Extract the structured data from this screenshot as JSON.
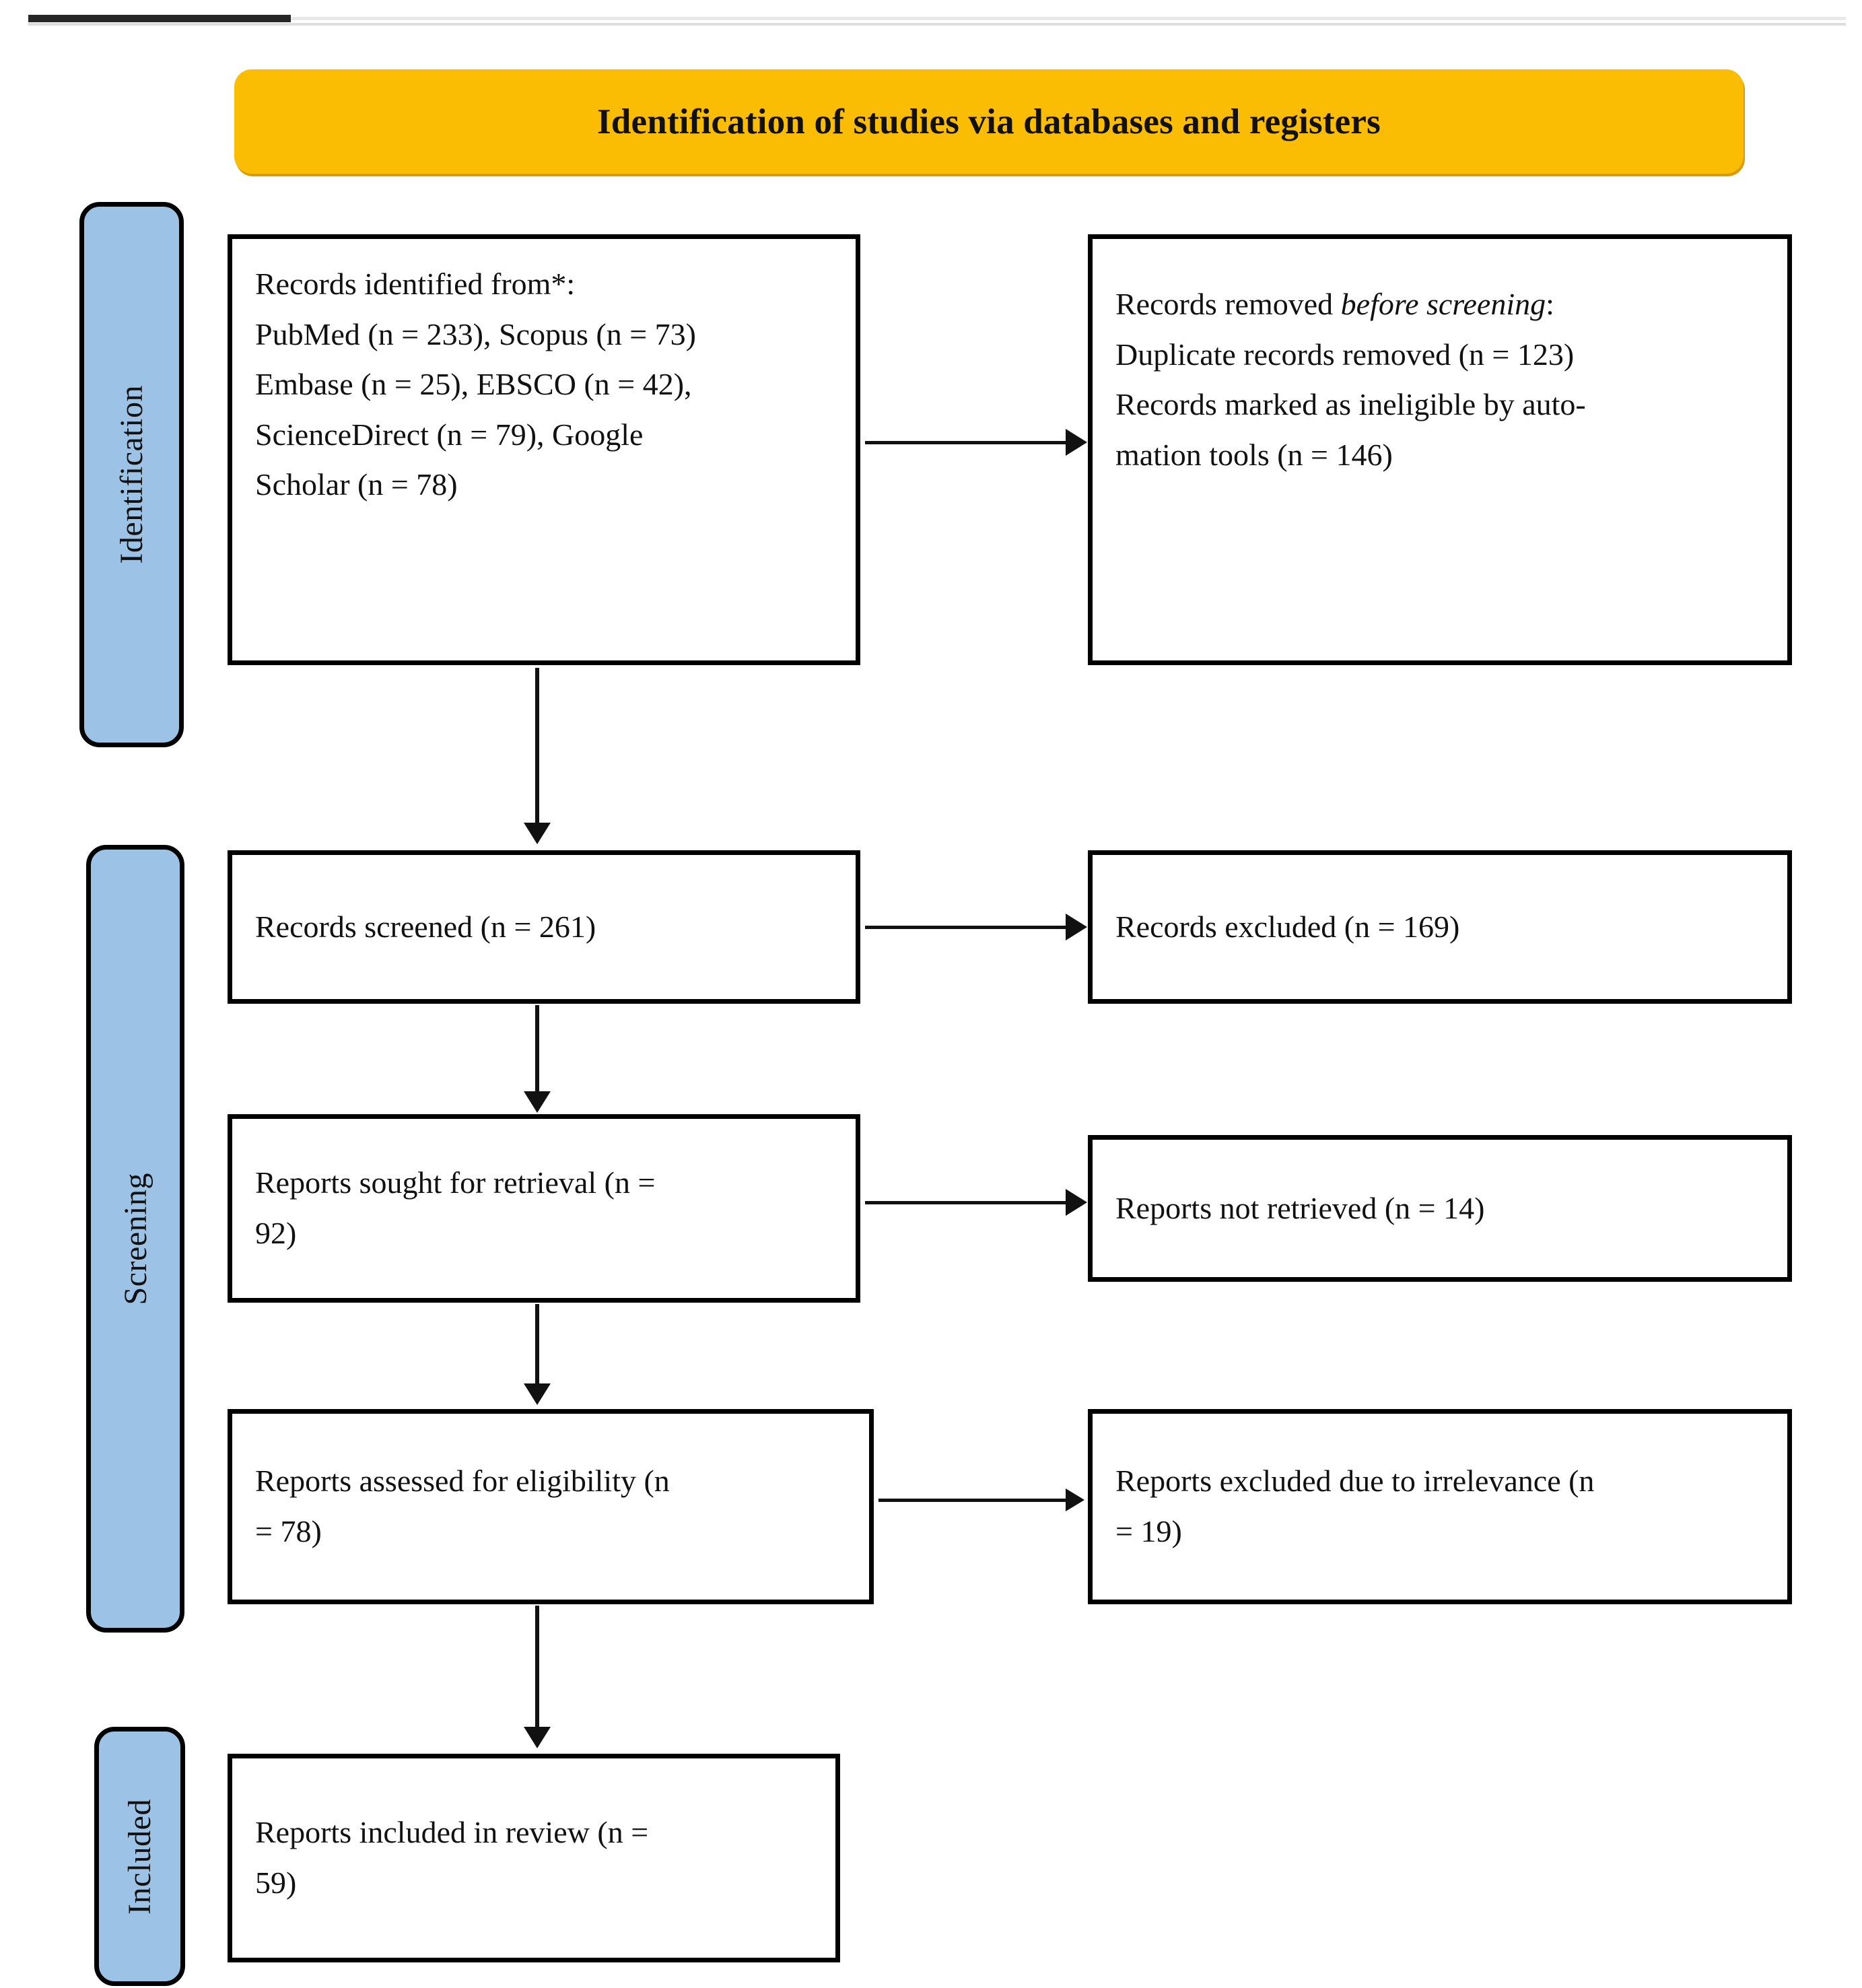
{
  "banner": {
    "title": "Identification of studies via databases and registers",
    "color": "#FBBC04"
  },
  "stages": {
    "identification": "Identification",
    "screening": "Screening",
    "included": "Included",
    "color": "#9CC3E5"
  },
  "boxes": {
    "records_identified": {
      "line1": "Records identified from*:",
      "line2": "PubMed (n = 233), Scopus (n = 73)",
      "line3": "Embase (n = 25), EBSCO (n = 42),",
      "line4": "ScienceDirect (n = 79), Google",
      "line5": "Scholar (n = 78)"
    },
    "records_removed": {
      "heading_prefix": "Records removed ",
      "heading_italic": "before screening",
      "heading_suffix": ":",
      "line2": "Duplicate records removed (n = 123)",
      "line3": "Records marked as ineligible by auto-",
      "line4": "mation tools (n = 146)"
    },
    "records_screened": "Records screened (n = 261)",
    "records_excluded": "Records excluded (n = 169)",
    "reports_sought": "Reports sought for retrieval (n =\n92)",
    "reports_not_retrieved": "Reports not retrieved (n = 14)",
    "reports_assessed": "Reports assessed for eligibility (n\n= 78)",
    "reports_excluded_irrelevance": "Reports excluded due to irrelevance (n\n= 19)",
    "reports_included": "Reports included in review (n =\n59)"
  },
  "counts": {
    "pubmed": 233,
    "scopus": 73,
    "embase": 25,
    "ebsco": 42,
    "sciencedirect": 79,
    "google_scholar": 78,
    "duplicates_removed": 123,
    "ineligible_automation": 146,
    "screened": 261,
    "excluded": 169,
    "sought_for_retrieval": 92,
    "not_retrieved": 14,
    "assessed_eligibility": 78,
    "excluded_irrelevance": 19,
    "included_in_review": 59
  }
}
